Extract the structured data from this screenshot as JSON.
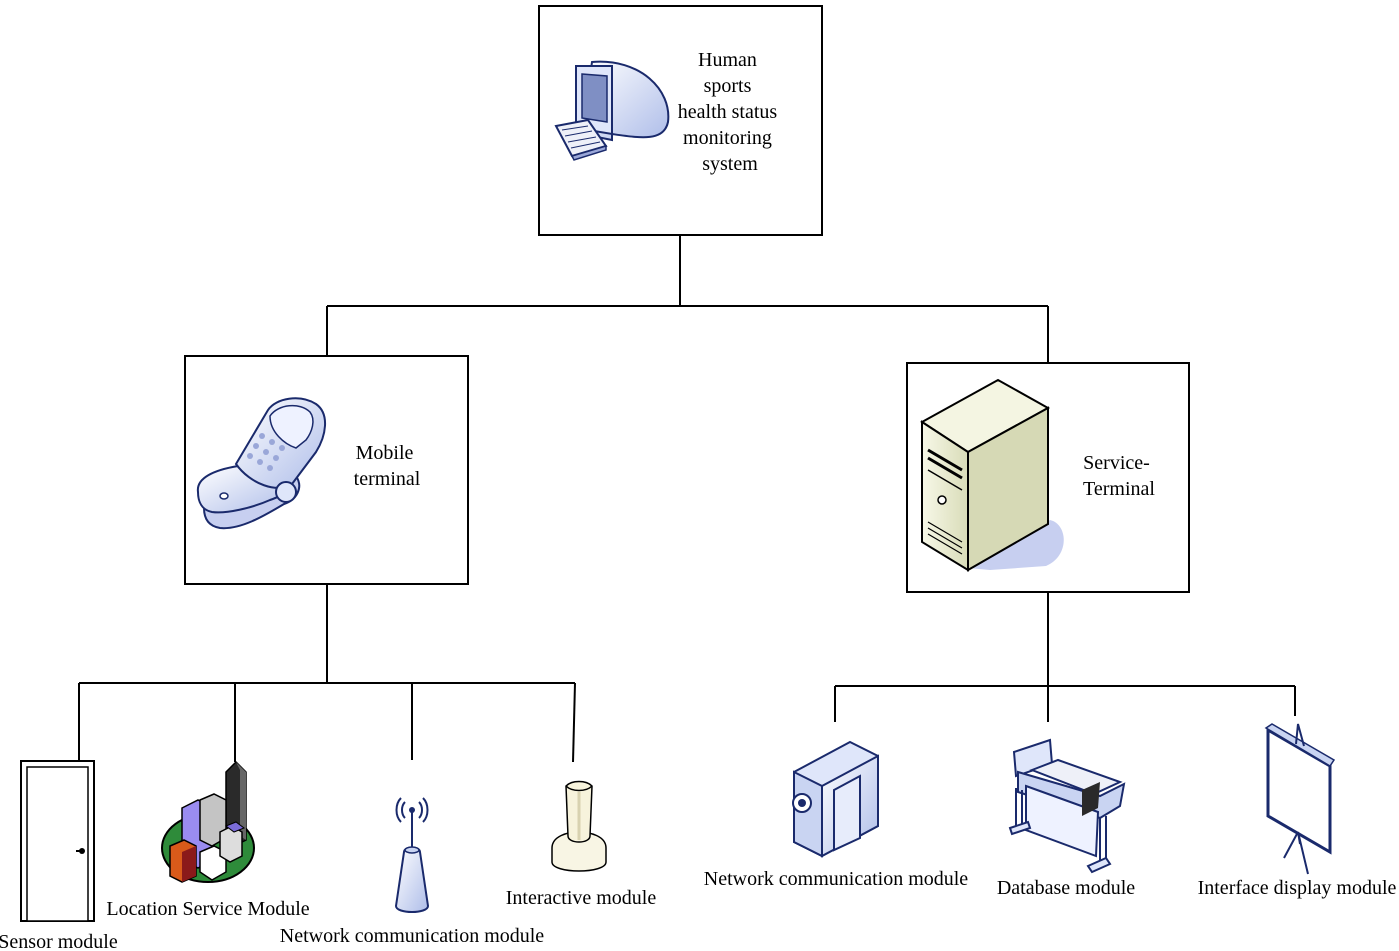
{
  "root": {
    "lines": [
      "Human",
      "sports",
      "health status",
      "monitoring",
      "system"
    ],
    "icon": "desktop-computer-icon"
  },
  "mobile": {
    "lines": [
      "Mobile",
      "terminal"
    ],
    "icon": "flip-phone-icon",
    "modules": [
      {
        "label": "Sensor module",
        "icon": "door-icon"
      },
      {
        "label": "Location Service Module",
        "icon": "city-buildings-icon"
      },
      {
        "label": "Network communication module",
        "icon": "antenna-tower-icon"
      },
      {
        "label": "Interactive module",
        "icon": "joystick-icon"
      }
    ]
  },
  "service": {
    "lines": [
      "Service-",
      "Terminal"
    ],
    "icon": "server-tower-icon",
    "modules": [
      {
        "label": "Network communication module",
        "icon": "video-camera-icon"
      },
      {
        "label": "Database module",
        "icon": "plotter-printer-icon"
      },
      {
        "label": "Interface display module",
        "icon": "projection-screen-icon"
      }
    ]
  },
  "colors": {
    "icon_blue": "#c9d4f2",
    "icon_outline": "#1a2a6c",
    "server_body": "#eef0d8",
    "shadow": "#c7cff0"
  }
}
